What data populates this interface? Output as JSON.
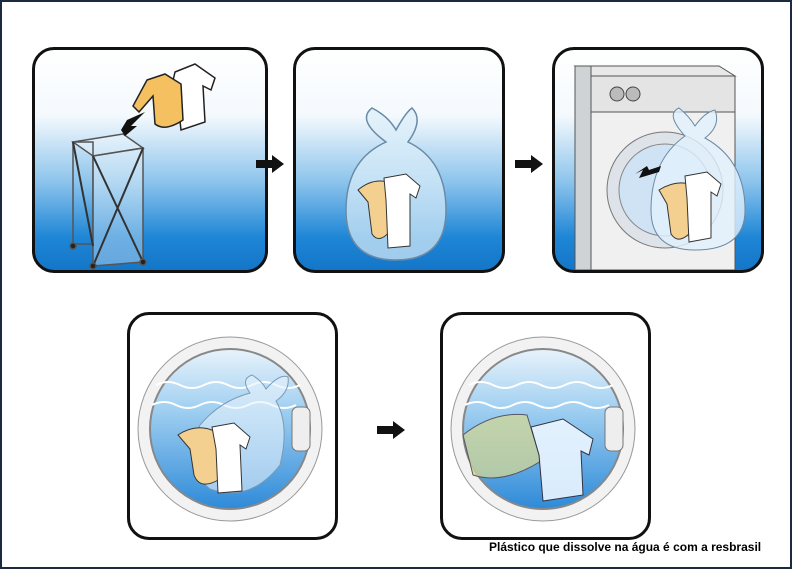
{
  "caption": "Plástico que dissolve na água é com a resbrasil",
  "steps": [
    {
      "id": 1,
      "icon": "clothes-into-hamper"
    },
    {
      "id": 2,
      "icon": "clothes-in-dissolvable-bag"
    },
    {
      "id": 3,
      "icon": "bag-into-washing-machine"
    },
    {
      "id": 4,
      "icon": "bag-in-drum-water"
    },
    {
      "id": 5,
      "icon": "bag-dissolved-clothes-washing"
    }
  ],
  "colors": {
    "accent_blue": "#1f86d6",
    "border": "#111111",
    "frame": "#1c2a40"
  }
}
